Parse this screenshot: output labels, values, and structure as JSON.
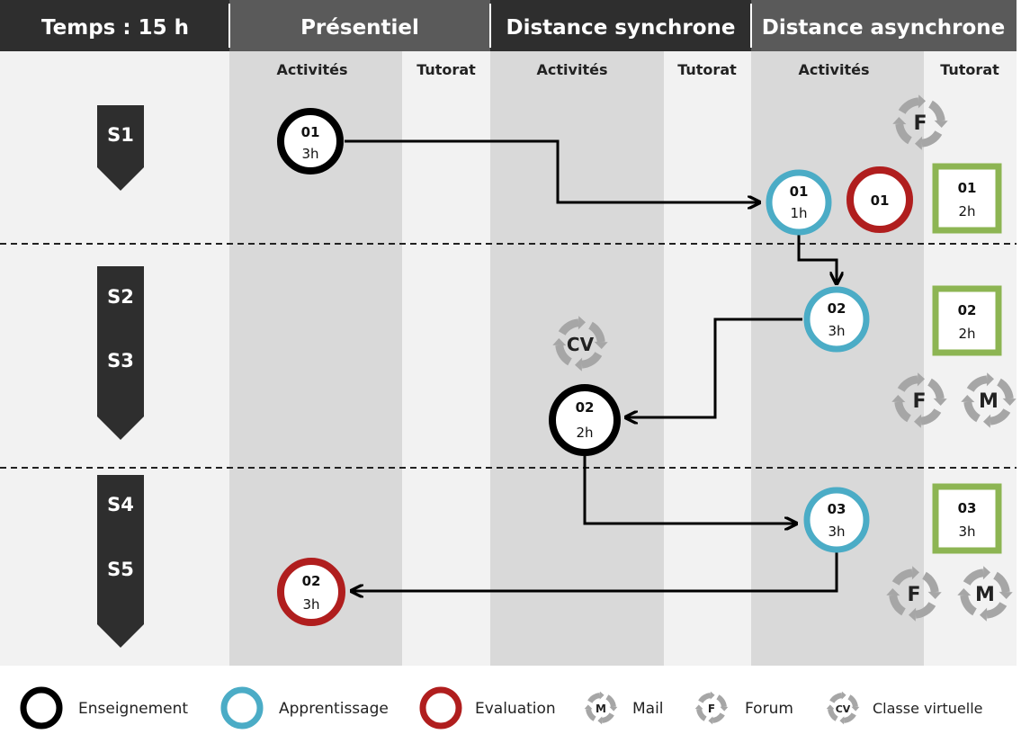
{
  "header": {
    "time_label": "Temps : 15 h",
    "col_presentiel": "Présentiel",
    "col_sync": "Distance synchrone",
    "col_async": "Distance asynchrone"
  },
  "subheaders": {
    "presentiel_activites": "Activités",
    "presentiel_tutorat": "Tutorat",
    "sync_activites": "Activités",
    "sync_tutorat": "Tutorat",
    "async_activites": "Activités",
    "async_tutorat": "Tutorat"
  },
  "weeks": {
    "s1": "S1",
    "s2": "S2",
    "s3": "S3",
    "s4": "S4",
    "s5": "S5"
  },
  "nodes": {
    "ens01": {
      "num": "01",
      "dur": "3h"
    },
    "app01": {
      "num": "01",
      "dur": "1h"
    },
    "eval01": {
      "num": "01"
    },
    "tut01": {
      "num": "01",
      "dur": "2h"
    },
    "app02": {
      "num": "02",
      "dur": "3h"
    },
    "tut02": {
      "num": "02",
      "dur": "2h"
    },
    "ens02": {
      "num": "02",
      "dur": "2h"
    },
    "app03": {
      "num": "03",
      "dur": "3h"
    },
    "tut03": {
      "num": "03",
      "dur": "3h"
    },
    "eval02": {
      "num": "02",
      "dur": "3h"
    }
  },
  "tools": {
    "forum_s1": "F",
    "cv_s3": "CV",
    "forum_s3": "F",
    "mail_s3": "M",
    "forum_s5": "F",
    "mail_s5": "M"
  },
  "legend": {
    "enseignement": "Enseignement",
    "apprentissage": "Apprentissage",
    "evaluation": "Evaluation",
    "mail_icon_letter": "M",
    "mail": "Mail",
    "forum_icon_letter": "F",
    "forum": "Forum",
    "cv_icon_letter": "CV",
    "classe_virtuelle": "Classe virtuelle"
  },
  "colors": {
    "enseignement": "#000000",
    "apprentissage": "#4bacc6",
    "evaluation": "#b01e1e",
    "tutorat": "#8db553",
    "header_bg": "#2e2e2e",
    "cycle_icon": "#a6a6a6"
  }
}
